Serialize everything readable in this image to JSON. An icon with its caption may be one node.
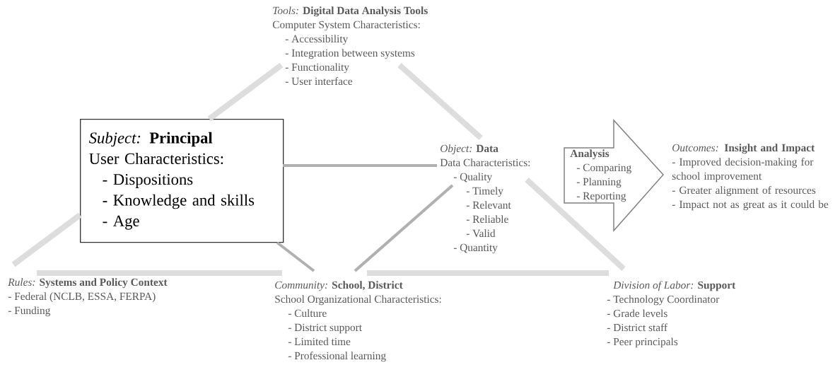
{
  "diagram": {
    "nodes": [
      {
        "text": [
          "*Tools:* **Digital Data Analysis Tools**",
          "Computer System Characteristics:",
          "- Accessibility",
          "- Integration between systems",
          "- Functionality",
          "- User interface"
        ]
      },
      {
        "text": [
          "*Subject:* **Principal**",
          "User Characteristics:",
          "- Dispositions",
          "- Knowledge and skills",
          "- Age"
        ]
      },
      {
        "text": [
          "*Object:* **Data**",
          "Data Characteristics:",
          "- Quality",
          "- Timely",
          "- Relevant",
          "- Reliable",
          "- Valid",
          "- Quantity"
        ]
      },
      {
        "text": [
          "Analysis",
          "- Comparing",
          "- Planning",
          "- Reporting"
        ]
      },
      {
        "text": [
          "*Outcomes:* **Insight and Impact**",
          "- Improved decision-making for school improvement",
          "- Greater alignment of resources",
          "- Impact not as great as it could be"
        ]
      },
      {
        "text": [
          "*Rules:* **Systems and Policy Context**",
          "- Federal (NCLB, ESSA, FERPA)",
          "- Funding"
        ]
      },
      {
        "text": [
          "*Community:* **School, District**",
          "School Organizational Characteristics:",
          "- Culture",
          "- District support",
          "- Limited time",
          "- Professional learning"
        ]
      },
      {
        "text": [
          "*Division of Labor:* **Support**",
          "- Technology Coordinator",
          "- Grade levels",
          "- District staff",
          "- Peer principals"
        ]
      }
    ],
    "edges": [
      {
        "from": 5,
        "to": 1,
        "arrow": "none"
      },
      {
        "from": 1,
        "to": 0,
        "arrow": "none"
      },
      {
        "from": 0,
        "to": 2,
        "arrow": "none"
      },
      {
        "from": 2,
        "to": 7,
        "arrow": "none"
      },
      {
        "from": 1,
        "to": 2,
        "arrow": "none",
        "color": "#b0b0b0"
      },
      {
        "from": 1,
        "to": 6,
        "arrow": "none",
        "color": "#b0b0b0"
      },
      {
        "from": 6,
        "to": 2,
        "arrow": "none",
        "color": "#b0b0b0"
      },
      {
        "from": 5,
        "to": 6,
        "arrow": "none"
      },
      {
        "from": 6,
        "to": 7,
        "arrow": "none"
      }
    ]
  }
}
